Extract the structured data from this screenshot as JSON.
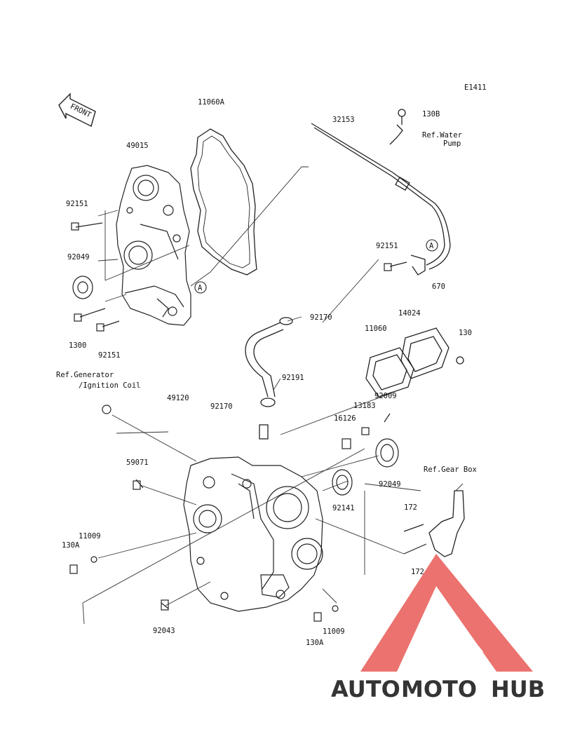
{
  "diagram_code": "E1411",
  "front_label": "FRONT",
  "parts": {
    "p11060A": "11060A",
    "p49015": "49015",
    "p32153": "32153",
    "p130B": "130B",
    "ref_water_1": "Ref.Water",
    "ref_water_2": "Pump",
    "p92151_a": "92151",
    "p92049_a": "92049",
    "p1300": "1300",
    "p92151_b": "92151",
    "p92151_c": "92151",
    "p670": "670",
    "callout_a": "A",
    "p92170_a": "92170",
    "p14024": "14024",
    "p11060": "11060",
    "p130": "130",
    "p92191": "92191",
    "ref_gen_1": "Ref.Generator",
    "ref_gen_2": "/Ignition Coil",
    "p49120": "49120",
    "p92170_b": "92170",
    "p92009": "92009",
    "p13183": "13183",
    "p16126": "16126",
    "p59071": "59071",
    "p92049_b": "92049",
    "ref_gear": "Ref.Gear Box",
    "p92141": "92141",
    "p172_a": "172",
    "p172_b": "172",
    "p11009_a": "11009",
    "p130A_a": "130A",
    "p92043": "92043",
    "p11009_b": "11009",
    "p130A_b": "130A"
  },
  "watermark": {
    "part1": "AUTO",
    "part2": "MOTO",
    "part3": "HUB"
  },
  "colors": {
    "line": "#222222",
    "watermark_red": "#e85a55",
    "watermark_orange": "#f2a640",
    "watermark_gray": "#55575b"
  }
}
